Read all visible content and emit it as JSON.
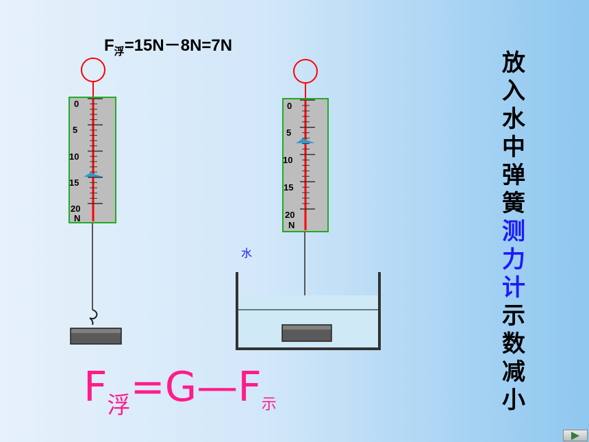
{
  "formula_top": {
    "prefix": "F",
    "sub": "浮",
    "rest": "=15N－8N=7N"
  },
  "formula_main": {
    "F": "F",
    "sub_buoy": "浮",
    "mid": "=G—F",
    "sub_show": "示"
  },
  "side_text": {
    "before": [
      "放",
      "入",
      "水",
      "中",
      "弹",
      "簧"
    ],
    "highlight": [
      "测",
      "力",
      "计"
    ],
    "after": [
      "示",
      "数",
      "减",
      "小"
    ]
  },
  "water_label": "水",
  "scale_left": {
    "labels": [
      "0",
      "5",
      "10",
      "15",
      "20"
    ],
    "unit": "N",
    "reading": 15
  },
  "scale_right": {
    "labels": [
      "0",
      "5",
      "10",
      "15",
      "20"
    ],
    "unit": "N",
    "reading": 8
  },
  "colors": {
    "formula_pink": "#ff1c8a",
    "highlight_blue": "#1a1aff",
    "frame_green": "#22aa22",
    "pointer_red": "#ff0000"
  },
  "nav": {
    "icon": "play-icon"
  }
}
